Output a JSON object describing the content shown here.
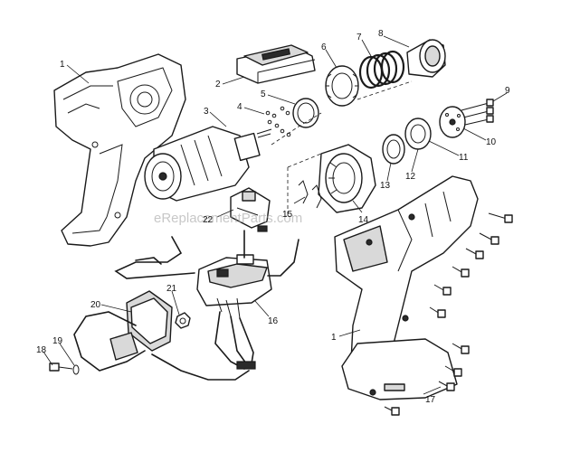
{
  "watermark": "eReplacementParts.com",
  "callouts": [
    {
      "id": "1a",
      "label": "1"
    },
    {
      "id": "1b",
      "label": "1"
    },
    {
      "id": "2",
      "label": "2"
    },
    {
      "id": "3",
      "label": "3"
    },
    {
      "id": "4",
      "label": "4"
    },
    {
      "id": "5",
      "label": "5"
    },
    {
      "id": "6",
      "label": "6"
    },
    {
      "id": "7",
      "label": "7"
    },
    {
      "id": "8",
      "label": "8"
    },
    {
      "id": "9",
      "label": "9"
    },
    {
      "id": "10",
      "label": "10"
    },
    {
      "id": "11",
      "label": "11"
    },
    {
      "id": "12",
      "label": "12"
    },
    {
      "id": "13",
      "label": "13"
    },
    {
      "id": "14",
      "label": "14"
    },
    {
      "id": "15",
      "label": "15"
    },
    {
      "id": "16",
      "label": "16"
    },
    {
      "id": "17",
      "label": "17"
    },
    {
      "id": "18",
      "label": "18"
    },
    {
      "id": "19",
      "label": "19"
    },
    {
      "id": "20",
      "label": "20"
    },
    {
      "id": "21",
      "label": "21"
    },
    {
      "id": "22",
      "label": "22"
    }
  ]
}
